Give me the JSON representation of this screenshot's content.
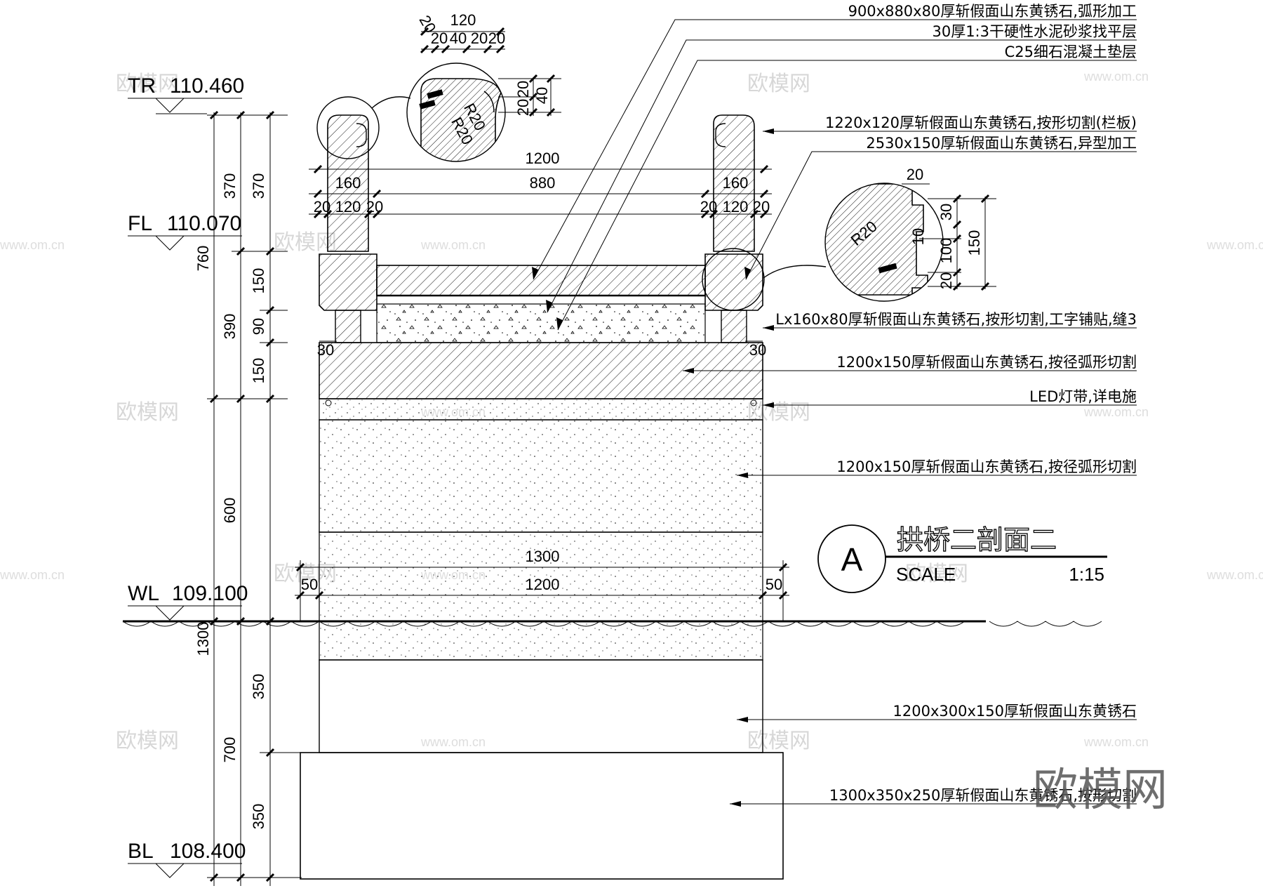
{
  "levels": {
    "tr": {
      "code": "TR",
      "value": "110.460"
    },
    "fl": {
      "code": "FL",
      "value": "110.070"
    },
    "wl": {
      "code": "WL",
      "value": "109.100"
    },
    "bl": {
      "code": "BL",
      "value": "108.400"
    }
  },
  "left_dims": {
    "d370a": "370",
    "d370b": "370",
    "d760": "760",
    "d150a": "150",
    "d390": "390",
    "d90": "90",
    "d150b": "150",
    "d600": "600",
    "d1300": "1300",
    "d350a": "350",
    "d700": "700",
    "d350b": "350"
  },
  "top_dims": {
    "d1200": "1200",
    "d880": "880",
    "d160l": "160",
    "d160r": "160",
    "d20a": "20",
    "d120l": "120",
    "d20b": "20",
    "d20c": "20",
    "d120r": "120",
    "d20d": "20",
    "d30l": "30",
    "d30r": "30",
    "d1300": "1300",
    "d1200b": "1200",
    "d50l": "50",
    "d50r": "50"
  },
  "detail_top": {
    "d120": "120",
    "d20a": "20",
    "d20b": "20",
    "d40": "40",
    "d20c": "20",
    "d20d": "20",
    "v20a": "20",
    "v20b": "20",
    "v40": "40",
    "r20a": "R20",
    "r20b": "R20"
  },
  "detail_right": {
    "d20": "20",
    "r20": "R20",
    "v30": "30",
    "v10": "10",
    "v100": "100",
    "v150": "150",
    "v20": "20"
  },
  "notes": [
    "900x880x80厚斩假面山东黄锈石,弧形加工",
    "30厚1:3干硬性水泥砂浆找平层",
    "C25细石混凝土垫层",
    "1220x120厚斩假面山东黄锈石,按形切割(栏板)",
    "2530x150厚斩假面山东黄锈石,异型加工",
    "Lx160x80厚斩假面山东黄锈石,按形切割,工字铺贴,缝3",
    "1200x150厚斩假面山东黄锈石,按径弧形切割",
    "LED灯带,详电施",
    "1200x150厚斩假面山东黄锈石,按径弧形切割",
    "1200x300x150厚斩假面山东黄锈石",
    "1300x350x250厚斩假面山东黄锈石,按形切割"
  ],
  "title": {
    "mark": "A",
    "name": "拱桥二剖面二",
    "scale_label": "SCALE",
    "scale_value": "1:15"
  },
  "watermarks": {
    "logo": "欧模网",
    "url": "www.om.cn",
    "brand": "欧模网"
  }
}
